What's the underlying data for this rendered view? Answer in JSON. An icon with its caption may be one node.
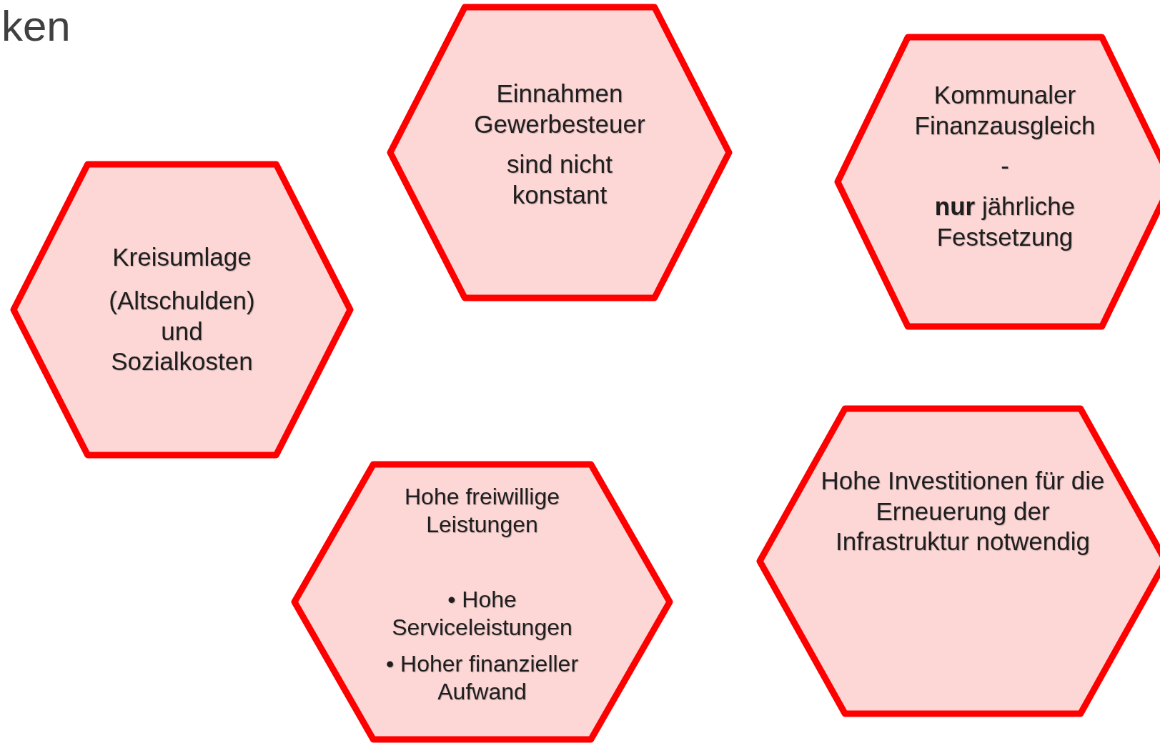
{
  "diagram": {
    "title": "ken",
    "nodes": [
      {
        "text": [
          "Kreisumlage",
          "(Altschulden) und Sozialkosten"
        ]
      },
      {
        "text": [
          "Einnahmen Gewerbesteuer",
          "sind nicht konstant"
        ]
      },
      {
        "text": [
          "Kommunaler Finanzausgleich",
          "-",
          "**nur** jährliche Festsetzung"
        ]
      },
      {
        "text": [
          "Hohe freiwillige Leistungen",
          "• Hohe Serviceleistungen",
          "• Hoher finanzieller Aufwand"
        ]
      },
      {
        "text": [
          "Hohe Investitionen für die Erneuerung der Infrastruktur notwendig"
        ]
      }
    ]
  }
}
